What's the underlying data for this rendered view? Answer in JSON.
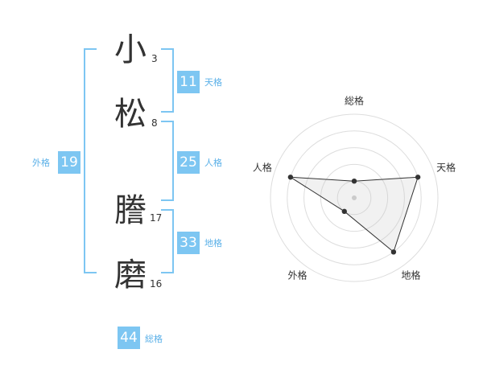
{
  "name": {
    "chars": [
      {
        "char": "小",
        "strokes": "3"
      },
      {
        "char": "松",
        "strokes": "8"
      },
      {
        "char": "謄",
        "strokes": "17"
      },
      {
        "char": "磨",
        "strokes": "16"
      }
    ]
  },
  "fortunes": {
    "tenkaku": {
      "value": "11",
      "label": "天格"
    },
    "jinkaku": {
      "value": "25",
      "label": "人格"
    },
    "chikaku": {
      "value": "33",
      "label": "地格"
    },
    "gaikaku": {
      "value": "19",
      "label": "外格"
    },
    "soukaku": {
      "value": "44",
      "label": "総格"
    }
  },
  "colors": {
    "accent": "#7dc6f2",
    "label_text": "#5ab0e8",
    "text": "#333333"
  },
  "chart_data": {
    "type": "radar",
    "axes": [
      "総格",
      "天格",
      "地格",
      "外格",
      "人格"
    ],
    "values": [
      1,
      4,
      4,
      1,
      4
    ],
    "max": 5,
    "rings": 5
  }
}
